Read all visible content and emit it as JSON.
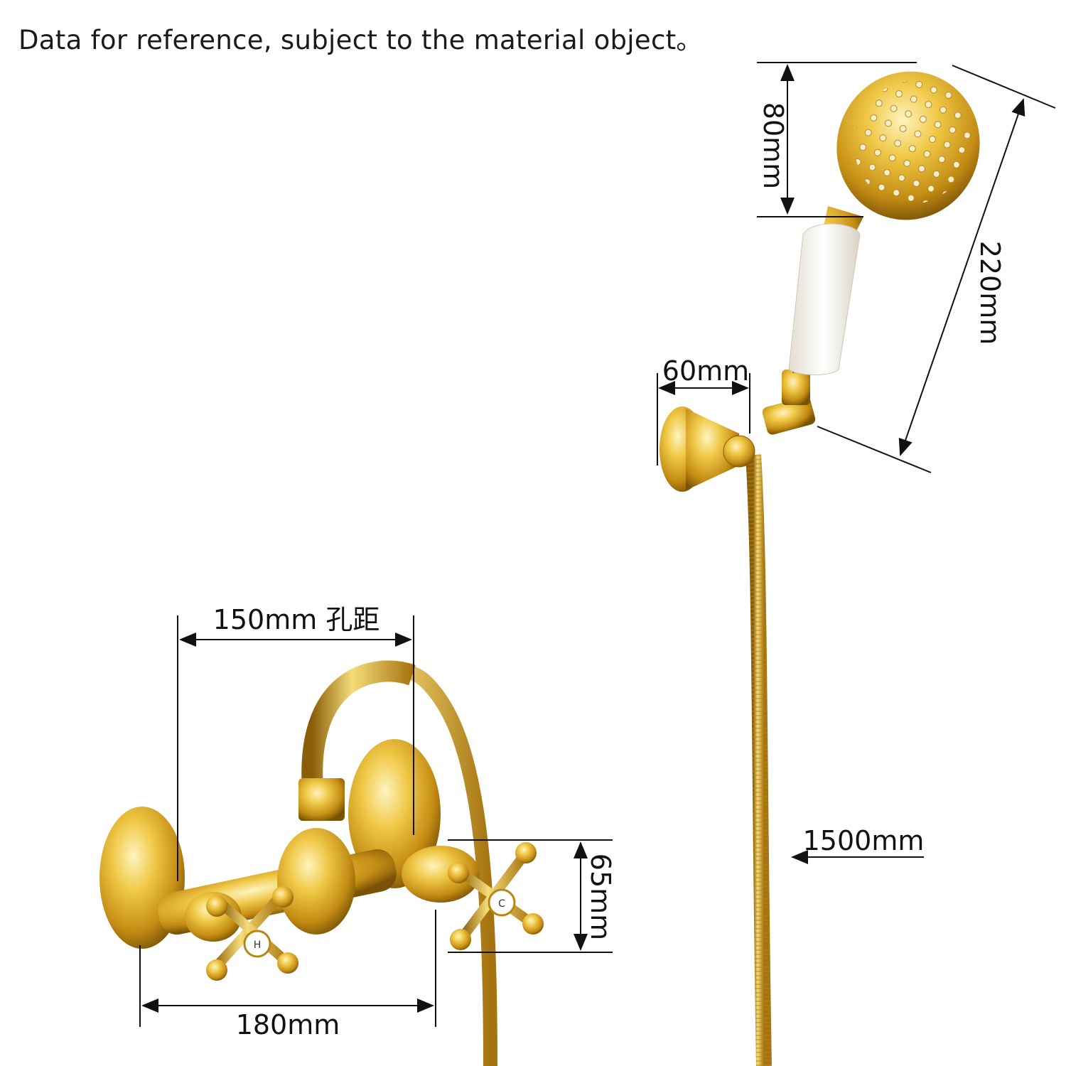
{
  "caption": "Data for reference, subject to the material object。",
  "dimensions": {
    "head_diameter": "80mm",
    "handheld_length": "220mm",
    "holder_width": "60mm",
    "hole_spacing": "150mm 孔距",
    "faucet_width": "180mm",
    "handle_height": "65mm",
    "hose_length": "1500mm"
  },
  "handles": {
    "hot": "H",
    "cold": "C"
  },
  "colors": {
    "gold": "#d9a520",
    "gold_light": "#f6dc7a",
    "gold_dark": "#9a6a08",
    "ceramic": "#f7f5ef"
  }
}
